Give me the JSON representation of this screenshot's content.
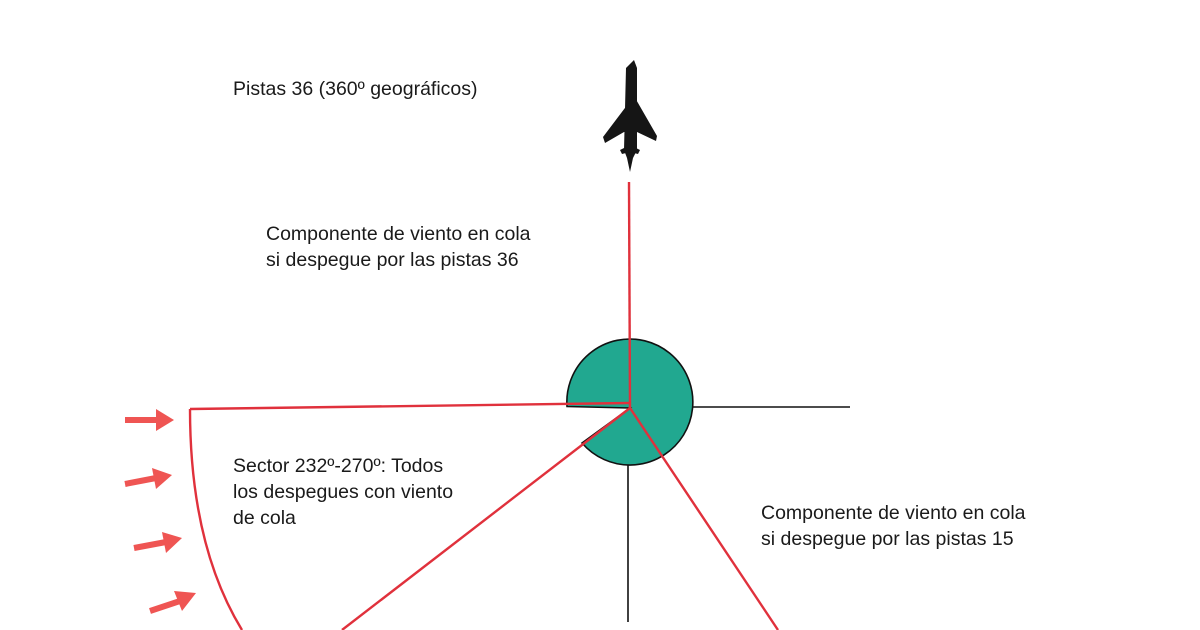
{
  "diagram": {
    "title": "Pistas 36 (360º geográficos)",
    "tailwind_36": {
      "lines": [
        "Componente de viento en cola",
        "si despegue por las pistas 36"
      ]
    },
    "sector": {
      "lines": [
        "Sector 232º-270º: Todos",
        "los despegues con viento",
        "de cola"
      ]
    },
    "tailwind_15": {
      "lines": [
        "Componente de viento en cola",
        "si despegue por las pistas 15"
      ]
    },
    "sector_range_deg": [
      232,
      270
    ],
    "runway_headings_deg": [
      360,
      150
    ],
    "colors": {
      "red": "#e0313c",
      "teal": "#21a890",
      "black": "#111111",
      "arrow": "#ef5553"
    },
    "icons": [
      "airplane-icon",
      "wind-arrow-icon"
    ]
  }
}
